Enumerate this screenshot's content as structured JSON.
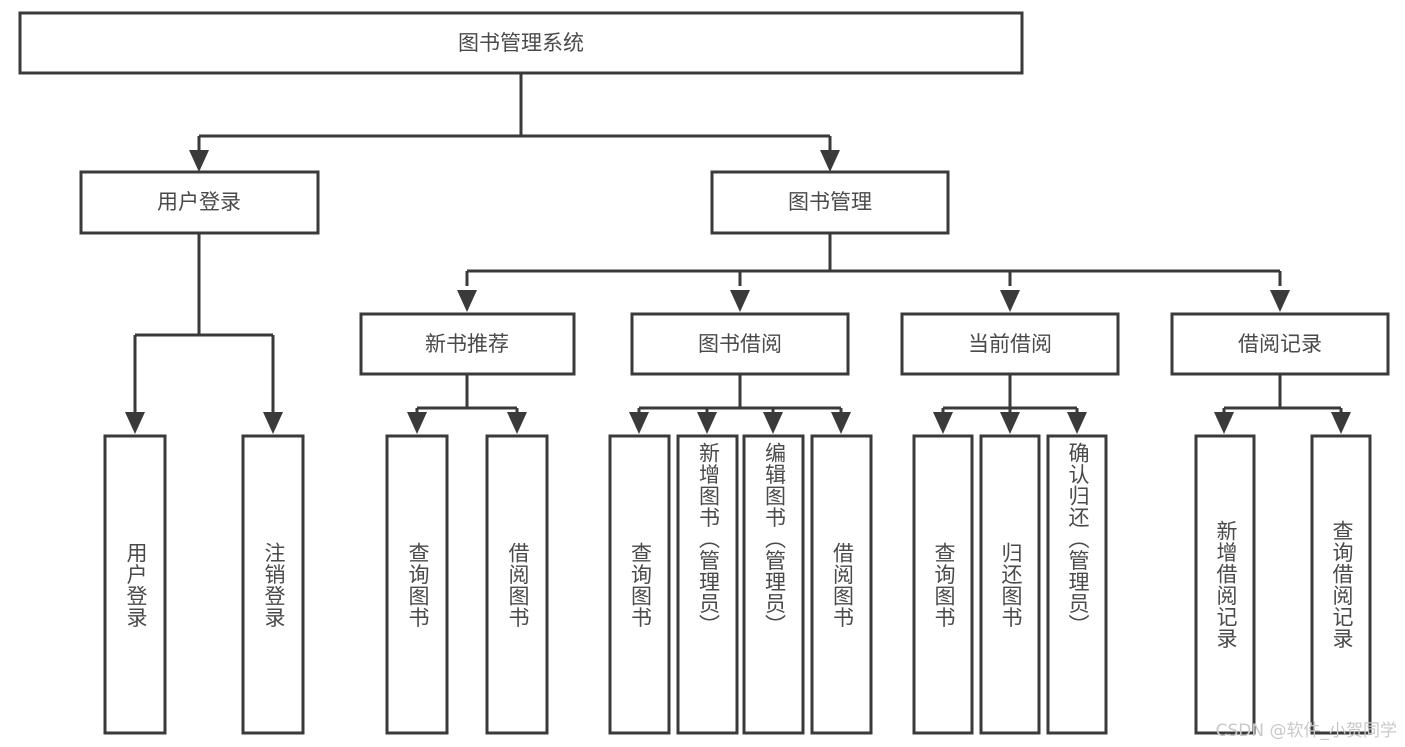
{
  "diagram": {
    "title": "图书管理系统",
    "type": "tree",
    "watermark": "CSDN @软件_小贺同学",
    "colors": {
      "stroke": "#3a3a3a",
      "box_fill": "#ffffff",
      "text": "#4a4a4a",
      "background": "#ffffff",
      "watermark": "#c9c9c9"
    },
    "nodes": {
      "root": {
        "label": "图书管理系统",
        "level": 0
      },
      "l1": [
        {
          "id": "user-login",
          "label": "用户登录"
        },
        {
          "id": "book-manage",
          "label": "图书管理"
        }
      ],
      "l2": [
        {
          "id": "new-book-rec",
          "label": "新书推荐",
          "parent": "book-manage"
        },
        {
          "id": "book-borrow",
          "label": "图书借阅",
          "parent": "book-manage"
        },
        {
          "id": "current-borrow",
          "label": "当前借阅",
          "parent": "book-manage"
        },
        {
          "id": "borrow-record",
          "label": "借阅记录",
          "parent": "book-manage"
        }
      ],
      "leaves": [
        {
          "id": "leaf-user-login",
          "label": "用户登录",
          "parent": "user-login"
        },
        {
          "id": "leaf-logout",
          "label": "注销登录",
          "parent": "user-login"
        },
        {
          "id": "leaf-query-book-1",
          "label": "查询图书",
          "parent": "new-book-rec"
        },
        {
          "id": "leaf-borrow-book-1",
          "label": "借阅图书",
          "parent": "new-book-rec"
        },
        {
          "id": "leaf-query-book-2",
          "label": "查询图书",
          "parent": "book-borrow"
        },
        {
          "id": "leaf-add-book",
          "label": "新增图书（管理员）",
          "parent": "book-borrow"
        },
        {
          "id": "leaf-edit-book",
          "label": "编辑图书（管理员）",
          "parent": "book-borrow"
        },
        {
          "id": "leaf-borrow-book-2",
          "label": "借阅图书",
          "parent": "book-borrow"
        },
        {
          "id": "leaf-query-book-3",
          "label": "查询图书",
          "parent": "current-borrow"
        },
        {
          "id": "leaf-return-book",
          "label": "归还图书",
          "parent": "current-borrow"
        },
        {
          "id": "leaf-confirm-return",
          "label": "确认归还（管理员）",
          "parent": "current-borrow"
        },
        {
          "id": "leaf-add-record",
          "label": "新增借阅记录",
          "parent": "borrow-record"
        },
        {
          "id": "leaf-query-record",
          "label": "查询借阅记录",
          "parent": "borrow-record"
        }
      ]
    }
  }
}
